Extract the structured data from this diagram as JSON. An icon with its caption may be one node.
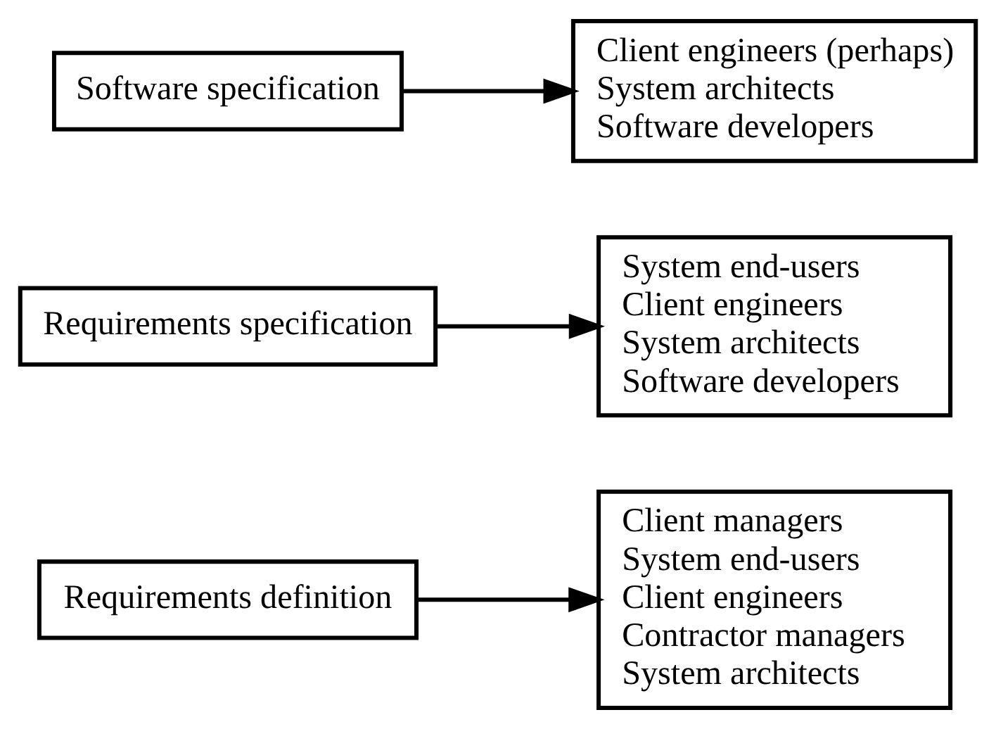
{
  "diagram": {
    "nodes": [
      {
        "text": [
          "Requirements definition"
        ]
      },
      {
        "text": [
          "Client managers",
          "System end-users",
          "Client engineers",
          "Contractor managers",
          "System architects"
        ]
      },
      {
        "text": [
          "Requirements specification"
        ]
      },
      {
        "text": [
          "System end-users",
          "Client engineers",
          "System architects",
          "Software developers"
        ]
      },
      {
        "text": [
          "Software specification"
        ]
      },
      {
        "text": [
          "Client engineers (perhaps)",
          "System architects",
          "Software developers"
        ]
      }
    ],
    "edges": [
      {
        "from": 0,
        "to": 1,
        "arrow": "to"
      },
      {
        "from": 2,
        "to": 3,
        "arrow": "to"
      },
      {
        "from": 4,
        "to": 5,
        "arrow": "to"
      }
    ]
  }
}
